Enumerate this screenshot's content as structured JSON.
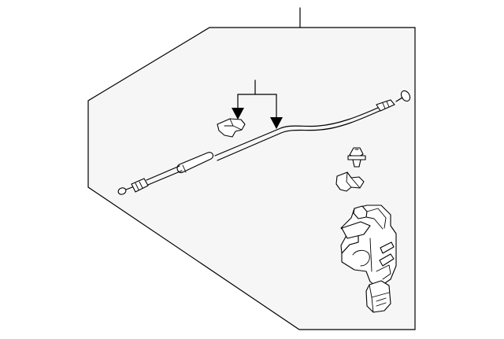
{
  "diagram": {
    "panel_fill": "#f6f6f6",
    "line_color": "#000000",
    "background": "#ffffff",
    "parts": [
      "cable-assembly",
      "clip-upper",
      "grommet",
      "clip-lower",
      "lock-actuator"
    ],
    "callouts": [
      "leader-top",
      "leader-bracket"
    ]
  }
}
